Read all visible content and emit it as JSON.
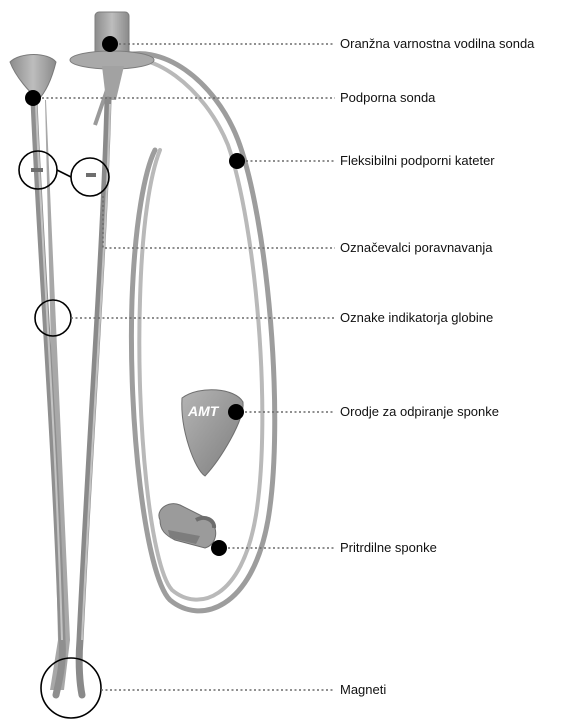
{
  "labels": {
    "orange_guide_probe": "Oranžna varnostna vodilna sonda",
    "support_probe": "Podporna sonda",
    "flexible_catheter": "Fleksibilni podporni kateter",
    "alignment_markers": "Označevalci poravnavanja",
    "depth_markings": "Oznake indikatorja globine",
    "clip_opener": "Orodje za odpiranje sponke",
    "fixing_clips": "Pritrdilne sponke",
    "magnets": "Magneti"
  },
  "logo_text": "AMT",
  "colors": {
    "device_gray": "#a7a7a7",
    "device_dark": "#6e6e6e",
    "leader_dot": "#000000",
    "leader_line": "#6a6a6a"
  }
}
